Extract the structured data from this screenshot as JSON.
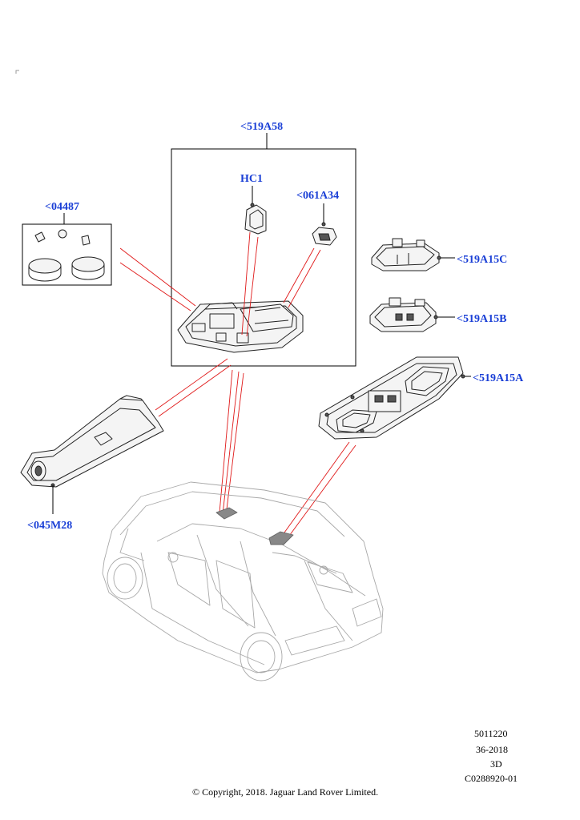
{
  "callouts": {
    "assembly": "<519A58",
    "hc1": "HC1",
    "a061": "<061A34",
    "a04487": "<04487",
    "c": "<519A15C",
    "b": "<519A15B",
    "a": "<519A15A",
    "m28": "<045M28"
  },
  "meta": {
    "line1": "5011220",
    "line2": "36-2018",
    "line3": "3D",
    "line4": "C0288920-01"
  },
  "copyright": "© Copyright, 2018. Jaguar Land Rover Limited.",
  "colors": {
    "callout": "#1a3fd6",
    "leader_red": "#e01818",
    "car_outline": "#a8a8a8"
  }
}
